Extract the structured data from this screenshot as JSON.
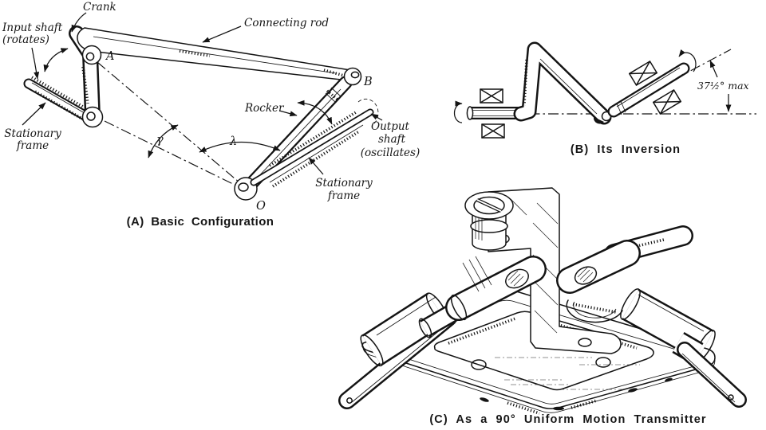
{
  "colors": {
    "background": "#ffffff",
    "ink": "#141414"
  },
  "panel_a": {
    "caption": "(A) Basic Configuration",
    "labels": {
      "crank": "Crank",
      "input_shaft_line1": "Input shaft",
      "input_shaft_line2": "(rotates)",
      "stationary_frame_left_line1": "Stationary",
      "stationary_frame_left_line2": "frame",
      "connecting_rod": "Connecting rod",
      "rocker": "Rocker",
      "output_shaft_line1": "Output",
      "output_shaft_line2": "shaft",
      "output_shaft_line3": "(oscillates)",
      "stationary_frame_right_line1": "Stationary",
      "stationary_frame_right_line2": "frame",
      "joint_a": "A",
      "joint_b": "B",
      "pivot_o": "O",
      "angle_gamma": "γ",
      "angle_lambda": "λ"
    }
  },
  "panel_b": {
    "caption": "(B) Its Inversion",
    "labels": {
      "max_angle": "37½° max"
    }
  },
  "panel_c": {
    "caption": "(C) As a 90° Uniform Motion Transmitter"
  }
}
